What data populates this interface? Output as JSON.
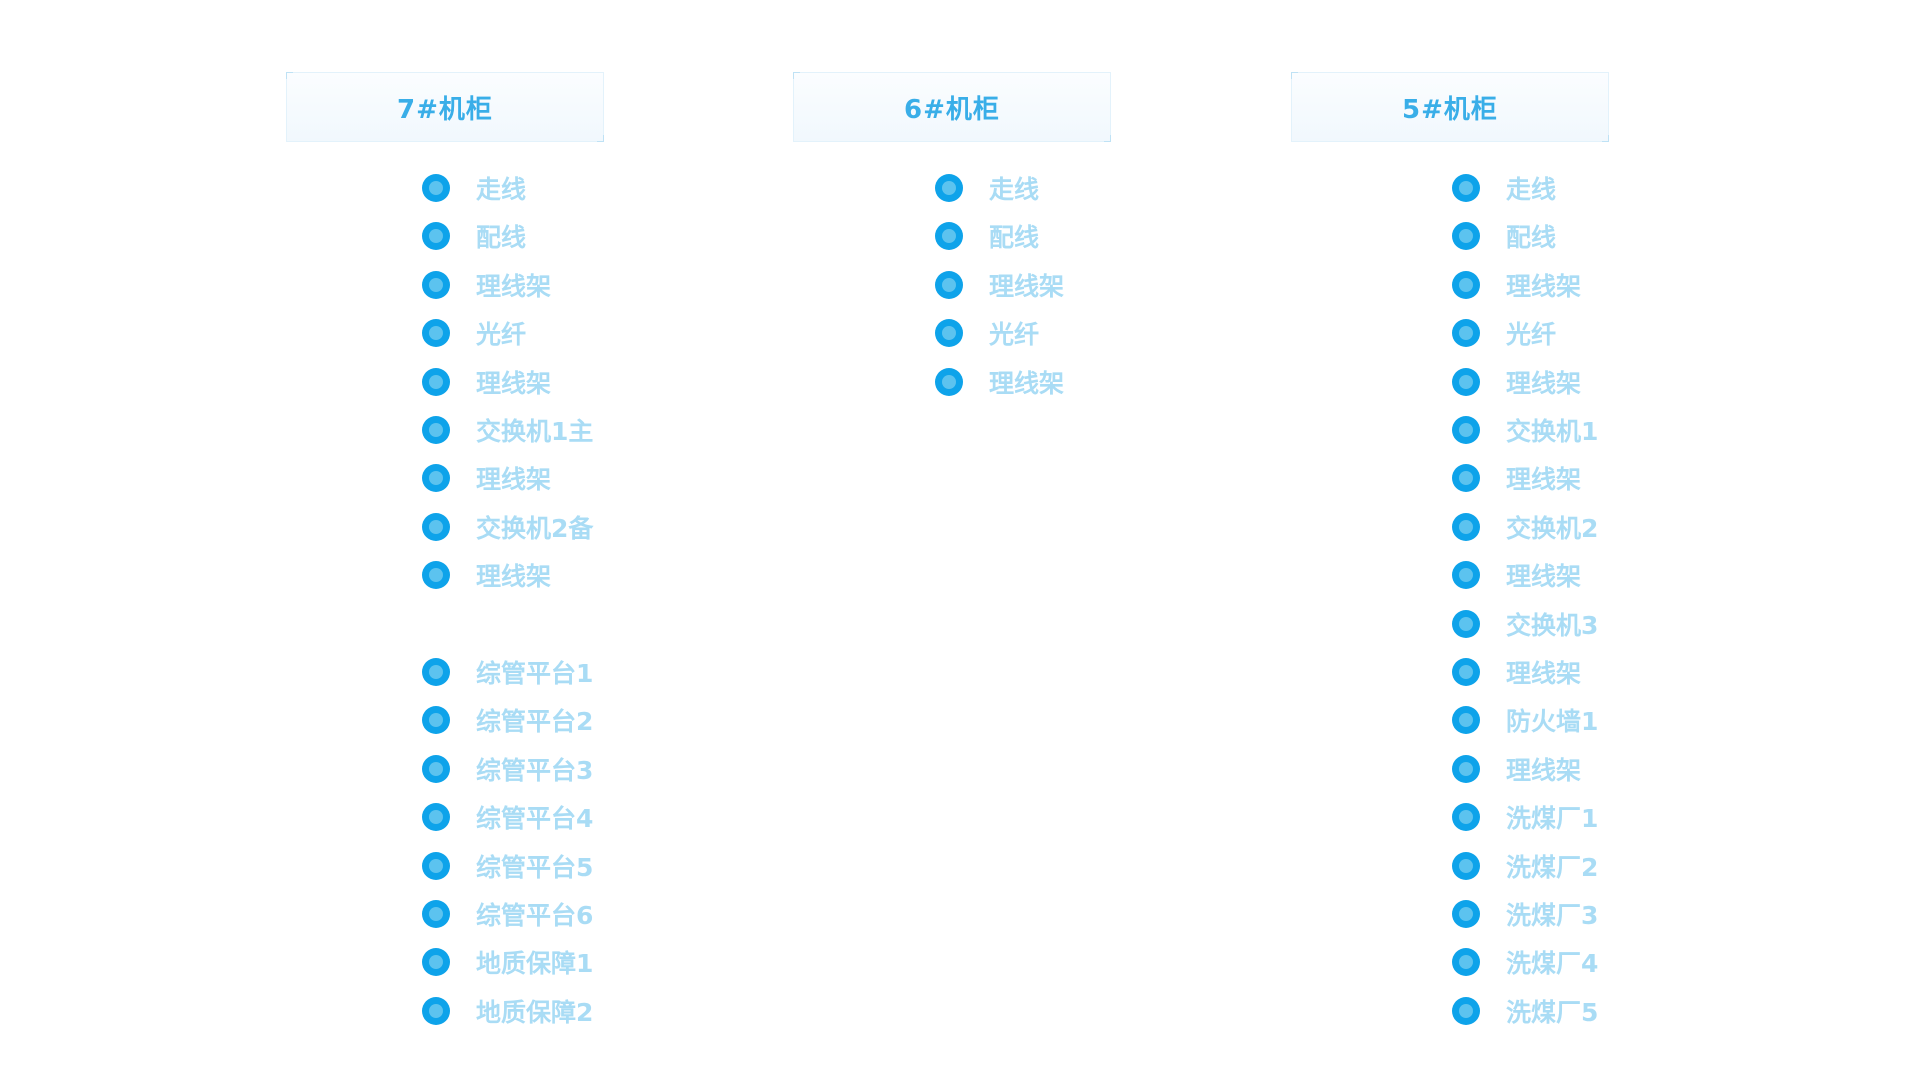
{
  "cabinets": [
    {
      "title": "7#机柜",
      "items": [
        "走线",
        "配线",
        "理线架",
        "光纤",
        "理线架",
        "交换机1主",
        "理线架",
        "交换机2备",
        "理线架",
        "综管平台1",
        "综管平台2",
        "综管平台3",
        "综管平台4",
        "综管平台5",
        "综管平台6",
        "地质保障1",
        "地质保障2"
      ]
    },
    {
      "title": "6#机柜",
      "items": [
        "走线",
        "配线",
        "理线架",
        "光纤",
        "理线架"
      ]
    },
    {
      "title": "5#机柜",
      "items": [
        "走线",
        "配线",
        "理线架",
        "光纤",
        "理线架",
        "交换机1",
        "理线架",
        "交换机2",
        "理线架",
        "交换机3",
        "理线架",
        "防火墙1",
        "理线架",
        "洗煤厂1",
        "洗煤厂2",
        "洗煤厂3",
        "洗煤厂4",
        "洗煤厂5"
      ]
    }
  ],
  "colors": {
    "title": "#39aee8",
    "dot_outer": "#0ea3ea",
    "dot_inner": "#5cc3ef",
    "label": "#a9dcf5"
  },
  "icons": {
    "status": "status-dot-icon"
  }
}
